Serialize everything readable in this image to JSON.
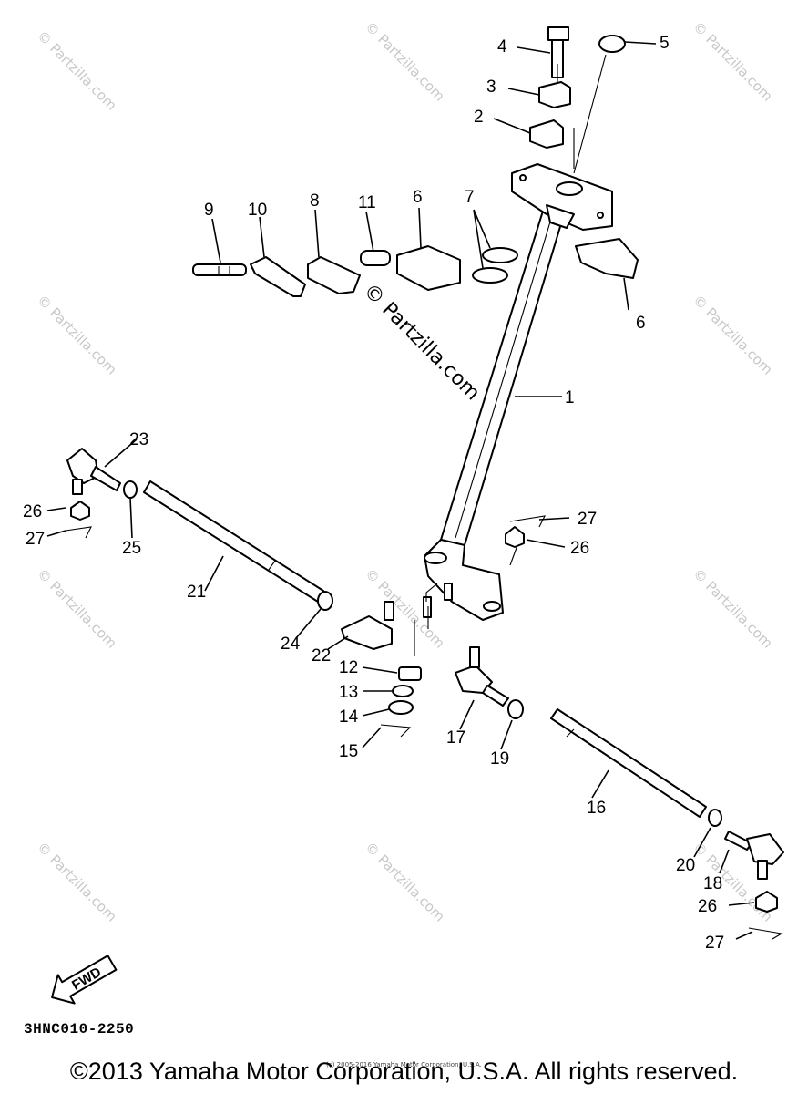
{
  "watermark": "© Partzilla.com",
  "diagram_code": "3HNC010-2250",
  "fwd_label": "FWD",
  "copyright": "©2013 Yamaha Motor Corporation, U.S.A. All rights reserved.",
  "tiny_note": "(c) 2005-2016 Yamaha Motor Corporation, U.S.A.",
  "callouts": [
    "1",
    "2",
    "3",
    "4",
    "5",
    "6",
    "6",
    "7",
    "8",
    "9",
    "10",
    "11",
    "12",
    "13",
    "14",
    "15",
    "16",
    "17",
    "18",
    "19",
    "20",
    "21",
    "22",
    "23",
    "24",
    "25",
    "26",
    "26",
    "26",
    "27",
    "27",
    "27"
  ]
}
